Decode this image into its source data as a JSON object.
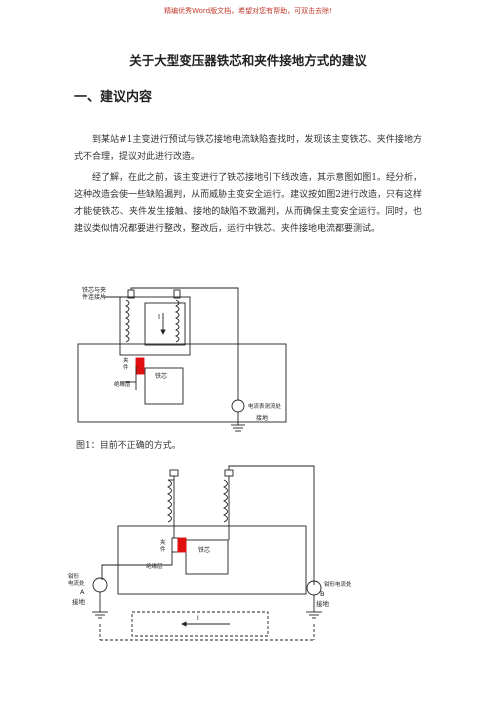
{
  "banner": "精编优秀Word版文档，希望对您有帮助，可双击去除!",
  "title": "关于大型变压器铁芯和夹件接地方式的建议",
  "section_heading": "一、建议内容",
  "paragraphs": [
    "到某站#1主变进行预试与铁芯接地电流缺陷查找时，发现该主变铁芯、夹件接地方式不合理，提议对此进行改造。",
    "经了解，在此之前，该主变进行了铁芯接地引下线改造，其示意图如图1。经分析，这种改造会使一些缺陷漏判，从而威胁主变安全运行。建议按如图2进行改造，只有这样才能使铁芯、夹件发生接触、接地的缺陷不致漏判，从而确保主变安全运行。同时，也建议类似情况都要进行整改，整改后，运行中铁芯、夹件接地电流都要测试。"
  ],
  "figure1": {
    "connector_label_line1": "铁芯与夹",
    "connector_label_line2": "件连接片",
    "current_symbol": "I",
    "clamp_label_line1": "夹",
    "clamp_label_line2": "件",
    "insulation_label": "绝缘层",
    "core_label": "铁芯",
    "meter_label": "电流表测流处",
    "ground_label": "接地",
    "caption": "图1：目前不正确的方式。"
  },
  "figure2": {
    "clamp_label_line1": "夹",
    "clamp_label_line2": "件",
    "core_label": "铁芯",
    "insulation_label": "绝缘层",
    "left_meter_label_line1": "钳形",
    "left_meter_label_line2": "电流处",
    "left_meter_point": "A",
    "left_ground_label": "接地",
    "right_meter_label": "钳形电流处",
    "right_meter_point": "B",
    "right_ground_label": "接地",
    "current_symbol": "I"
  },
  "colors": {
    "banner": "#c0392b",
    "clamp_red": "#e01010"
  }
}
